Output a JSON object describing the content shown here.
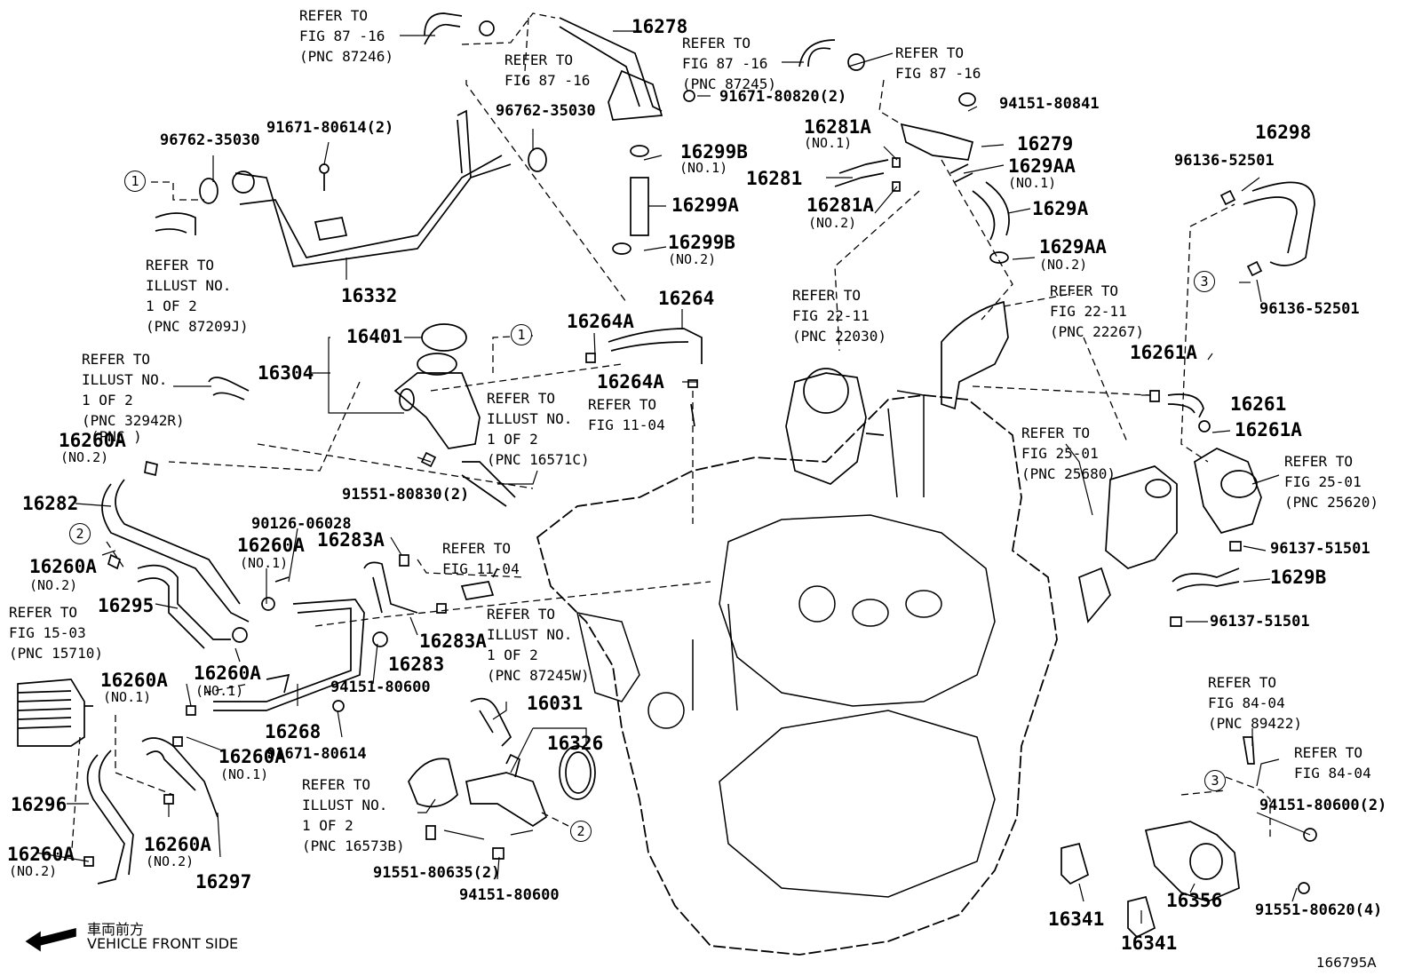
{
  "parts": [
    {
      "label": "16278"
    },
    {
      "label": "16332"
    },
    {
      "label": "16299B"
    },
    {
      "label": "16299A"
    },
    {
      "label": "16299B"
    },
    {
      "label": "16279"
    },
    {
      "label": "1629AA"
    },
    {
      "label": "1629A"
    },
    {
      "label": "1629AA"
    },
    {
      "label": "16281A"
    },
    {
      "label": "16281"
    },
    {
      "label": "16281A"
    },
    {
      "label": "16298"
    },
    {
      "label": "16401"
    },
    {
      "label": "16304"
    },
    {
      "label": "16264A"
    },
    {
      "label": "16264"
    },
    {
      "label": "16264A"
    },
    {
      "label": "16260A"
    },
    {
      "label": "16282"
    },
    {
      "label": "16260A"
    },
    {
      "label": "16283A"
    },
    {
      "label": "16260A"
    },
    {
      "label": "16295"
    },
    {
      "label": "16283"
    },
    {
      "label": "16283A"
    },
    {
      "label": "16260A"
    },
    {
      "label": "16268"
    },
    {
      "label": "16260A"
    },
    {
      "label": "16260A"
    },
    {
      "label": "16296"
    },
    {
      "label": "16260A"
    },
    {
      "label": "16260A"
    },
    {
      "label": "16297"
    },
    {
      "label": "16031"
    },
    {
      "label": "16326"
    },
    {
      "label": "16261A"
    },
    {
      "label": "16261"
    },
    {
      "label": "16261A"
    },
    {
      "label": "1629B"
    },
    {
      "label": "16356"
    },
    {
      "label": "16341"
    },
    {
      "label": "16341"
    }
  ],
  "numbers": [
    {
      "label": "96762-35030"
    },
    {
      "label": "91671-80614(2)"
    },
    {
      "label": "96762-35030"
    },
    {
      "label": "91671-80820(2)"
    },
    {
      "label": "94151-80841"
    },
    {
      "label": "96136-52501"
    },
    {
      "label": "96136-52501"
    },
    {
      "label": "91551-80830(2)"
    },
    {
      "label": "90126-06028"
    },
    {
      "label": "94151-80600"
    },
    {
      "label": "91671-80614"
    },
    {
      "label": "91551-80635(2)"
    },
    {
      "label": "94151-80600"
    },
    {
      "label": "96137-51501"
    },
    {
      "label": "96137-51501"
    },
    {
      "label": "94151-80600(2)"
    },
    {
      "label": "91551-80620(4)"
    }
  ],
  "qualifiers": [
    {
      "label": "(NO.1)"
    },
    {
      "label": "(NO.2)"
    },
    {
      "label": "(NO.1)"
    },
    {
      "label": "(NO.2)"
    },
    {
      "label": "(NO.1)"
    },
    {
      "label": "(NO.2)"
    },
    {
      "label": "(NO.2)"
    },
    {
      "label": "(NO.1)"
    },
    {
      "label": "(NO.2)"
    },
    {
      "label": "(NO.1)"
    },
    {
      "label": "(NO.1)"
    },
    {
      "label": "(NO.1)"
    },
    {
      "label": "(NO.2)"
    },
    {
      "label": "(NO.2)"
    }
  ],
  "refs": [
    {
      "text": "REFER TO\nFIG 87 -16\n(PNC 87246)"
    },
    {
      "text": "REFER TO\nFIG 87 -16"
    },
    {
      "text": "REFER TO\nFIG 87 -16\n(PNC 87245)"
    },
    {
      "text": "REFER TO\nFIG 87 -16"
    },
    {
      "text": "REFER TO\nILLUST NO.\n1 OF 2\n(PNC 87209J)"
    },
    {
      "text": "REFER TO\nILLUST NO.\n1 OF 2\n(PNC 32942R)"
    },
    {
      "text": "REFER TO\nILLUST NO.\n1 OF 2\n(PNC 16571C)"
    },
    {
      "text": "REFER TO\nFIG 11-04"
    },
    {
      "text": "REFER TO\nFIG 22-11\n(PNC 22030)"
    },
    {
      "text": "REFER TO\nFIG 22-11\n(PNC 22267)"
    },
    {
      "text": "REFER TO\nFIG 25-01\n(PNC 25680)"
    },
    {
      "text": "REFER TO\nFIG 25-01\n(PNC 25620)"
    },
    {
      "text": "REFER TO\nFIG 11-04"
    },
    {
      "text": "REFER TO\nFIG 15-03\n(PNC 15710)"
    },
    {
      "text": "REFER TO\nILLUST NO.\n1 OF 2\n(PNC 87245W)"
    },
    {
      "text": "REFER TO\nILLUST NO.\n1 OF 2\n(PNC 16573B)"
    },
    {
      "text": "REFER TO\nFIG 84-04\n(PNC 89422)"
    },
    {
      "text": "REFER TO\nFIG 84-04"
    }
  ],
  "fragments": [
    {
      "label": "(PNC )"
    }
  ],
  "callouts": [
    {
      "n": "1"
    },
    {
      "n": "1"
    },
    {
      "n": "2"
    },
    {
      "n": "2"
    },
    {
      "n": "3"
    },
    {
      "n": "3"
    }
  ],
  "footer": {
    "jp": "車両前方",
    "en": "VEHICLE FRONT SIDE",
    "code": "166795A"
  }
}
